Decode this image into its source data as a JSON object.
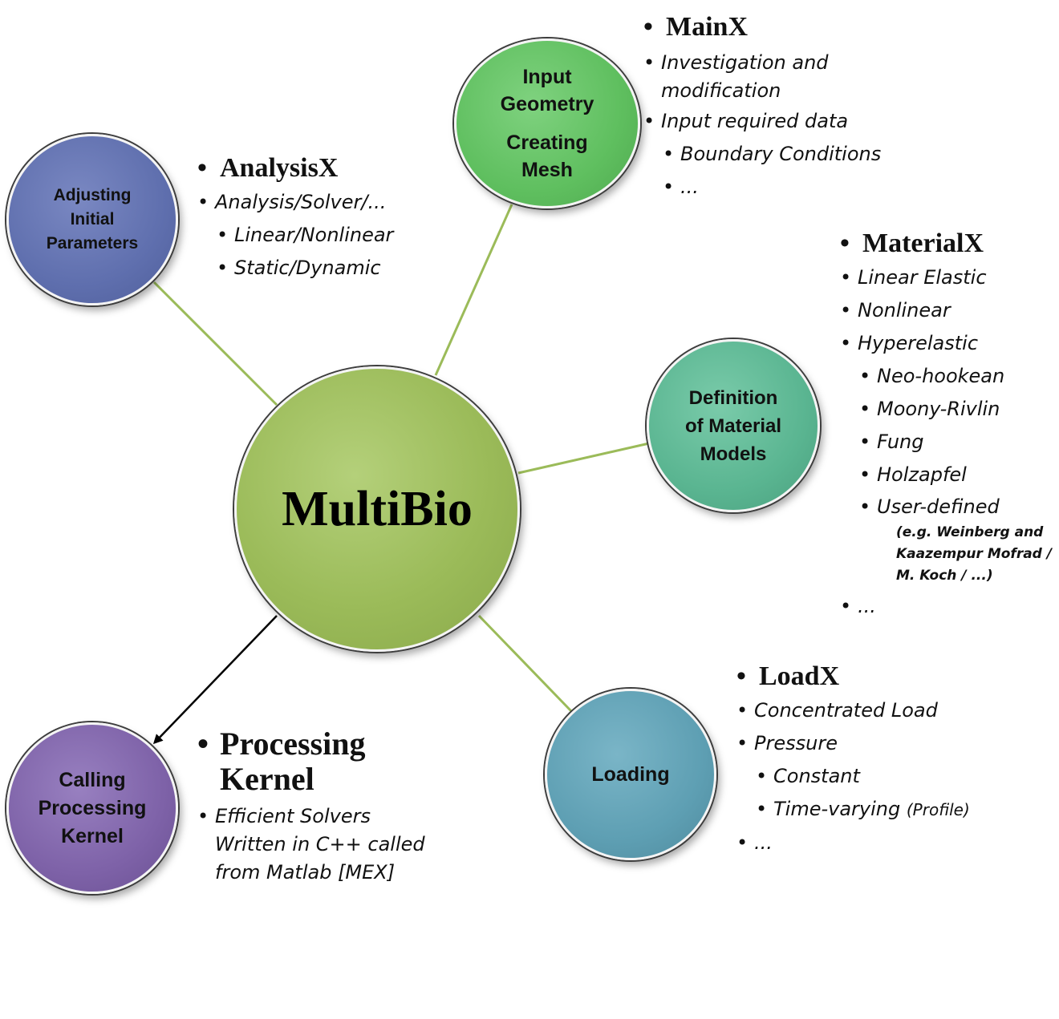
{
  "center": {
    "label": "MultiBio"
  },
  "nodes": {
    "geometry": {
      "lines": [
        "Input",
        "Geometry",
        "Creating",
        "Mesh"
      ]
    },
    "adjusting": {
      "lines": [
        "Adjusting",
        "Initial",
        "Parameters"
      ]
    },
    "material": {
      "lines": [
        "Definition",
        "of Material",
        "Models"
      ]
    },
    "loading": {
      "lines": [
        "Loading"
      ]
    },
    "kernel": {
      "lines": [
        "Calling",
        "Processing",
        "Kernel"
      ]
    }
  },
  "lists": {
    "mainx": {
      "heading": "MainX",
      "items": [
        "Investigation and",
        "modification",
        "Input required data",
        "Boundary Conditions",
        "..."
      ]
    },
    "analysisx": {
      "heading": "AnalysisX",
      "items": [
        "Analysis/Solver/...",
        "Linear/Nonlinear",
        "Static/Dynamic"
      ]
    },
    "materialx": {
      "heading": "MaterialX",
      "items": [
        "Linear Elastic",
        "Nonlinear",
        "Hyperelastic",
        "Neo-hookean",
        "Moony-Rivlin",
        "Fung",
        "Holzapfel",
        "User-defined",
        "..."
      ],
      "note": [
        "(e.g. Weinberg and",
        "Kaazempur Mofrad /",
        "M. Koch / ...)"
      ]
    },
    "loadx": {
      "heading": "LoadX",
      "items": [
        "Concentrated Load",
        "Pressure",
        "Constant",
        "Time-varying",
        "..."
      ],
      "profile": "(Profile)"
    },
    "kernel": {
      "heading_lines": [
        "Processing",
        "Kernel"
      ],
      "items": [
        "Efficient Solvers",
        "Written in C++ called",
        "from Matlab [MEX]"
      ]
    }
  },
  "colors": {
    "center": "#9bbb59",
    "geometry": "#5fbf5f",
    "adjusting": "#5f6fae",
    "material": "#5ab591",
    "loading": "#5e9fb3",
    "kernel": "#7e62a8",
    "connector": "#9bbb59",
    "arrow": "#000000"
  }
}
